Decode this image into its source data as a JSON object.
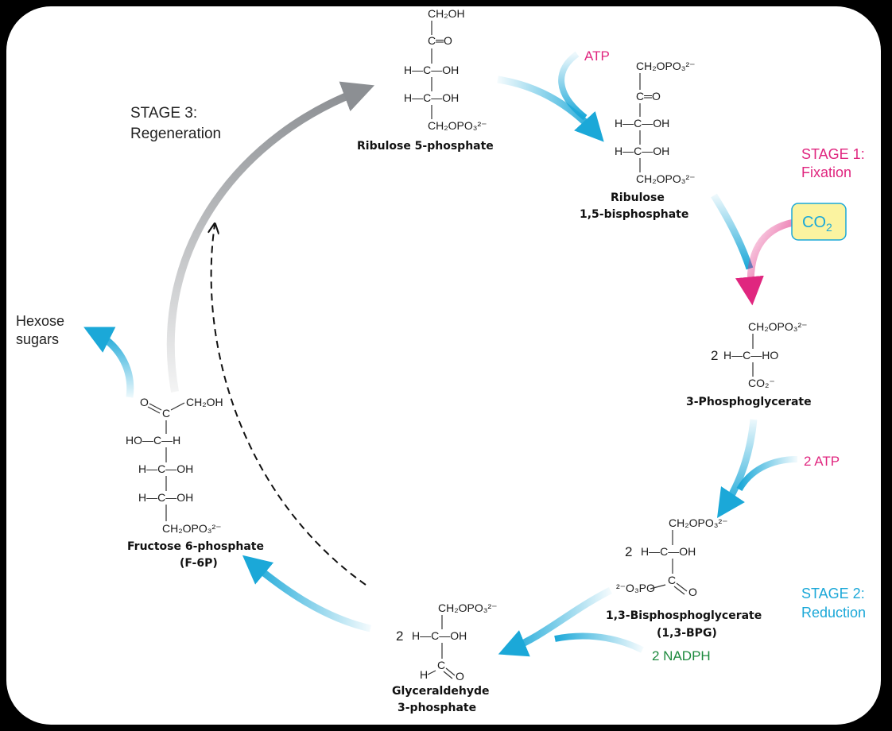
{
  "stages": {
    "stage1": [
      "STAGE 1:",
      "Fixation"
    ],
    "stage2": [
      "STAGE 2:",
      "Reduction"
    ],
    "stage3": [
      "STAGE 3:",
      "Regeneration"
    ]
  },
  "inputs": {
    "atp": "ATP",
    "co2": "CO",
    "co2_sub": "2",
    "two_atp": "2 ATP",
    "two_nadph": "2 NADPH"
  },
  "output": [
    "Hexose",
    "sugars"
  ],
  "molecules": {
    "ru5p": [
      "Ribulose 5-phosphate"
    ],
    "rubp": [
      "Ribulose",
      "1,5-bisphosphate"
    ],
    "pga": [
      "3-Phosphoglycerate"
    ],
    "bpg": [
      "1,3-Bisphosphoglycerate",
      "(1,3-BPG)"
    ],
    "gap": [
      "Glyceraldehyde",
      "3-phosphate"
    ],
    "f6p": [
      "Fructose 6-phosphate",
      "(F-6P)"
    ]
  },
  "structure_text": {
    "ch2oh": "CH₂OH",
    "ch2opo3": "CH₂OPO₃²⁻",
    "c_eq_o": "C═O",
    "h_c_oh": "H—C—OH",
    "h_c_ho": "H—C—HO",
    "ho_c_h": "HO—C—H",
    "co2_minus": "CO₂⁻",
    "po3": "²⁻O₃PO",
    "coefficient": "2",
    "h": "H",
    "o": "O",
    "c": "C"
  },
  "colors": {
    "background": "#000000",
    "panel": "#ffffff",
    "blue_arrow": "#1ba8d8",
    "pink_arrow": "#e0267f",
    "gray_arrow": "#8c8f93",
    "co2_box": "#fbf3a0"
  }
}
